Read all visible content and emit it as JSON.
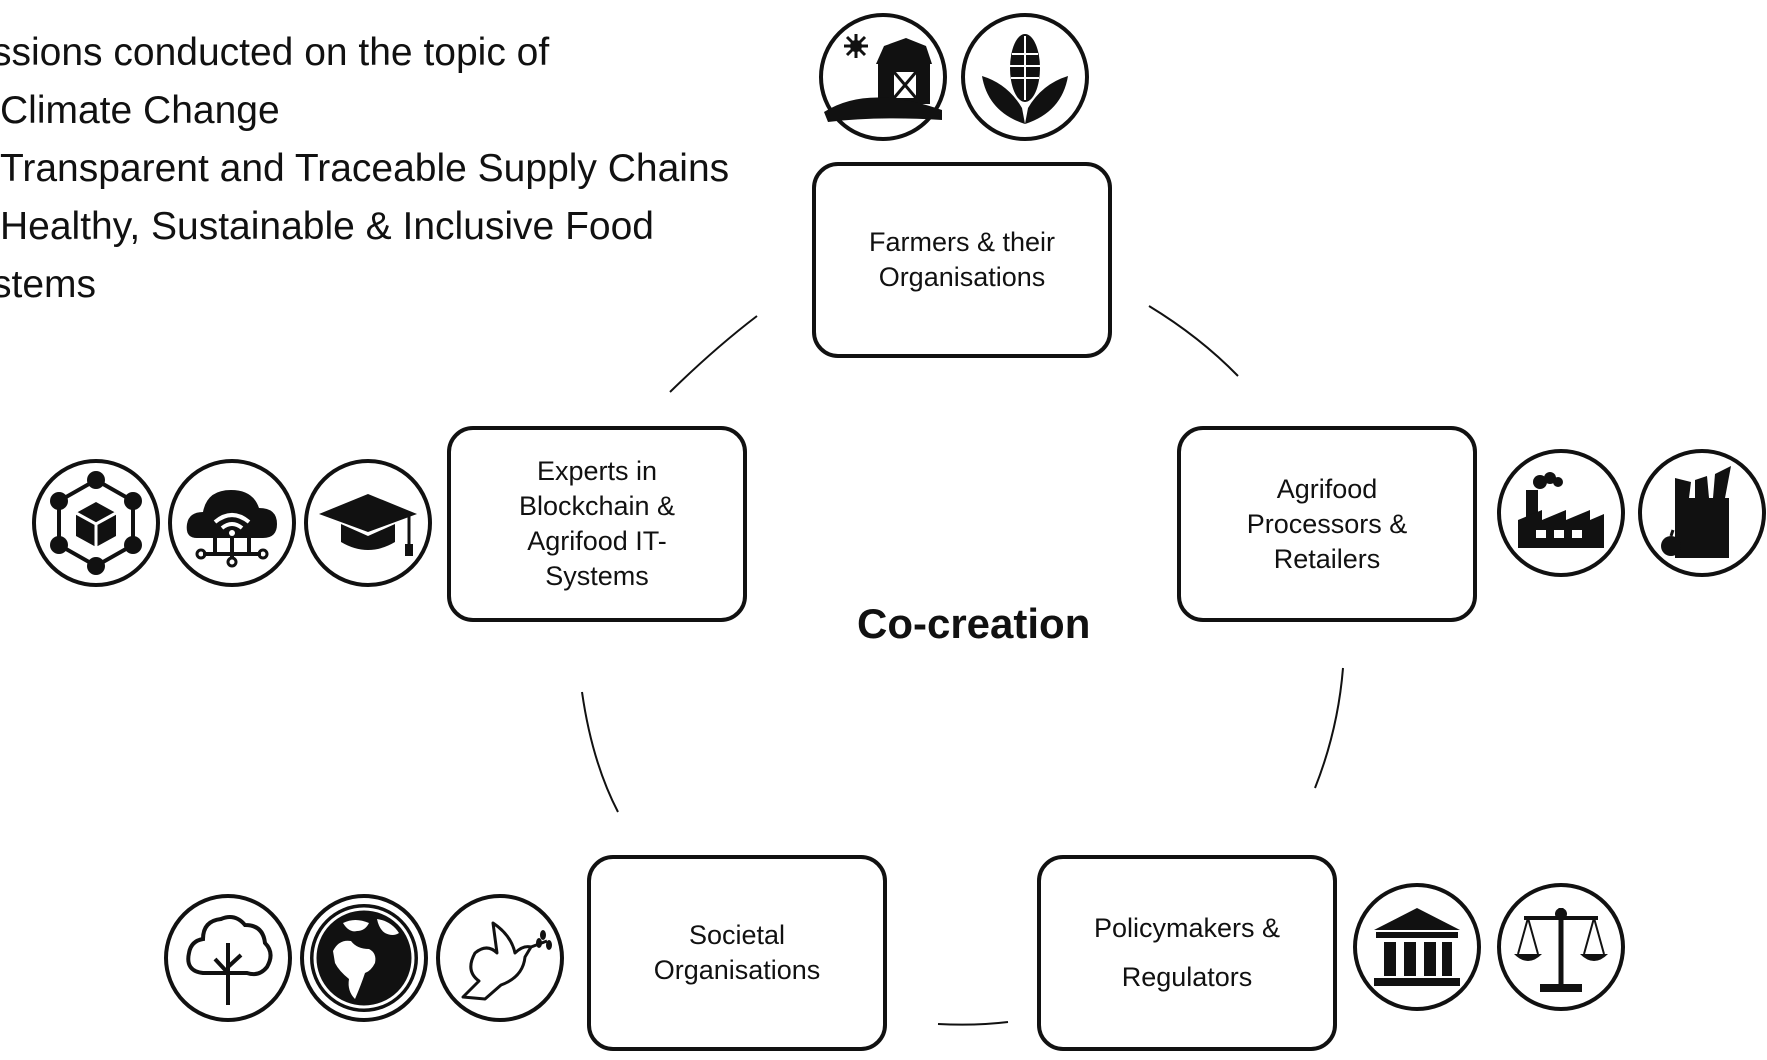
{
  "intro": {
    "lines": [
      "ssions conducted on the topic of",
      "Climate Change",
      "Transparent and Traceable Supply Chains",
      "Healthy, Sustainable & Inclusive Food",
      "stems"
    ]
  },
  "center_label": "Co-creation",
  "boxes": {
    "farmers": "Farmers & their\nOrganisations",
    "experts": "Experts in\nBlockchain &\nAgrifood IT-\nSystems",
    "agrifood": "Agrifood\nProcessors &\nRetailers",
    "societal": "Societal\nOrganisations",
    "policy": "Policymakers &\nRegulators"
  },
  "icons": {
    "farmers": [
      "farm-barn-icon",
      "corn-icon"
    ],
    "experts": [
      "blockchain-network-icon",
      "cloud-wifi-icon",
      "graduation-cap-icon"
    ],
    "agrifood": [
      "factory-icon",
      "grocery-bag-icon"
    ],
    "societal": [
      "tree-icon",
      "globe-icon",
      "peace-dove-icon"
    ],
    "policy": [
      "government-building-icon",
      "justice-scales-icon"
    ]
  },
  "colors": {
    "stroke": "#111111",
    "background": "#ffffff"
  }
}
